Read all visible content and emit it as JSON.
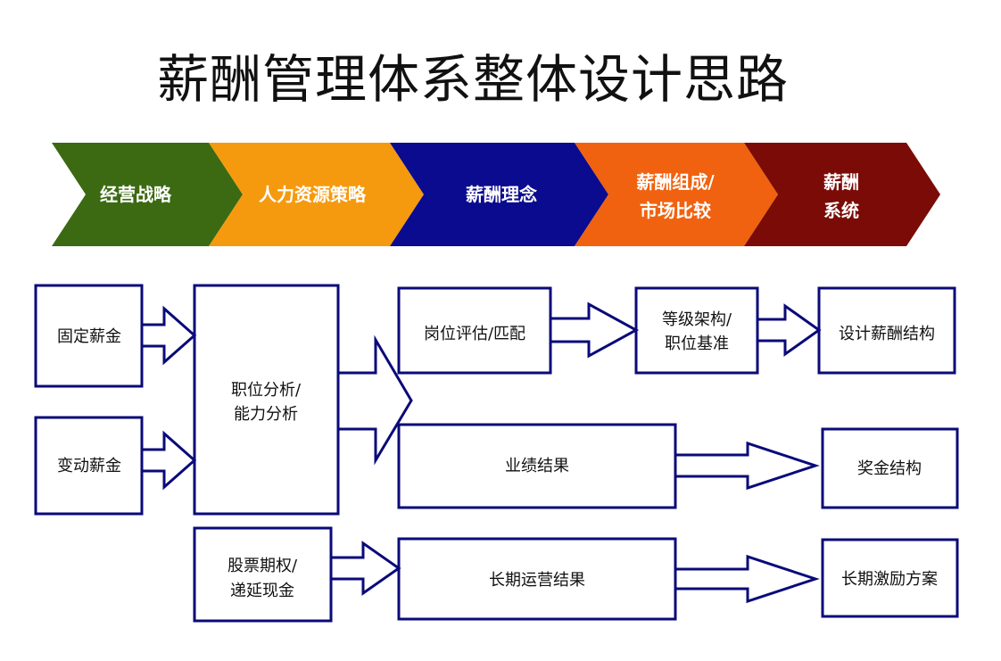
{
  "title": "薪酬管理体系整体设计思路",
  "colors": {
    "strategy": "#3b6a12",
    "hr": "#f59a0e",
    "concept": "#0b0b8f",
    "composition": "#f0620f",
    "system": "#7a0b06",
    "box_border": "#0a0a7a",
    "text": "#111111"
  },
  "chevrons": [
    {
      "line1": "经营战略",
      "line2": ""
    },
    {
      "line1": "人力资源策略",
      "line2": ""
    },
    {
      "line1": "薪酬理念",
      "line2": ""
    },
    {
      "line1": "薪酬组成/",
      "line2": "市场比较"
    },
    {
      "line1": "薪酬",
      "line2": "系统"
    }
  ],
  "boxes": {
    "fixed_pay": "固定薪金",
    "variable_pay": "变动薪金",
    "job_analysis_1": "职位分析/",
    "job_analysis_2": "能力分析",
    "job_eval": "岗位评估/匹配",
    "grade_1": "等级架构/",
    "grade_2": "职位基准",
    "design_structure": "设计薪酬结构",
    "performance": "业绩结果",
    "bonus_structure": "奖金结构",
    "stock_1": "股票期权/",
    "stock_2": "递延现金",
    "long_term_results": "长期运营结果",
    "long_term_plan": "长期激励方案"
  }
}
